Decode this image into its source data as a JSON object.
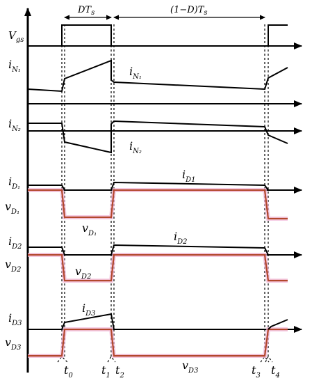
{
  "intervals": {
    "dt": {
      "main": "DT",
      "sub": "s"
    },
    "off": {
      "main": "(1−D)T",
      "sub": "s"
    }
  },
  "labels": {
    "vgs": {
      "main": "V",
      "sub": "gs"
    },
    "in1_left": {
      "main": "i",
      "sub": "N₁"
    },
    "in1_mid": {
      "main": "i",
      "sub": "N₁"
    },
    "in2_left": {
      "main": "i",
      "sub": "N₂"
    },
    "in2_mid": {
      "main": "i",
      "sub": "N₂"
    },
    "id1_left": {
      "main": "i",
      "sub": "D₁"
    },
    "vd1_left": {
      "main": "v",
      "sub": "D₁"
    },
    "id1_mid": {
      "main": "i",
      "sub": "D1"
    },
    "vd1_mid": {
      "main": "v",
      "sub": "D₁"
    },
    "id2_left": {
      "main": "i",
      "sub": "D2"
    },
    "vd2_left": {
      "main": "v",
      "sub": "D2"
    },
    "id2_mid": {
      "main": "i",
      "sub": "D2"
    },
    "vd2_mid": {
      "main": "v",
      "sub": "D2"
    },
    "id3_left": {
      "main": "i",
      "sub": "D3"
    },
    "vd3_left": {
      "main": "v",
      "sub": "D3"
    },
    "id3_mid": {
      "main": "i",
      "sub": "D3"
    },
    "vd3_mid": {
      "main": "v",
      "sub": "D3"
    }
  },
  "times": [
    {
      "main": "t",
      "sub": "0"
    },
    {
      "main": "t",
      "sub": "1"
    },
    {
      "main": "t",
      "sub": "2"
    },
    {
      "main": "t",
      "sub": "3"
    },
    {
      "main": "t",
      "sub": "4"
    }
  ],
  "colors": {
    "current": "#000000",
    "voltage": "#b3472d",
    "voltage_shadow": "#f2b6d9"
  }
}
